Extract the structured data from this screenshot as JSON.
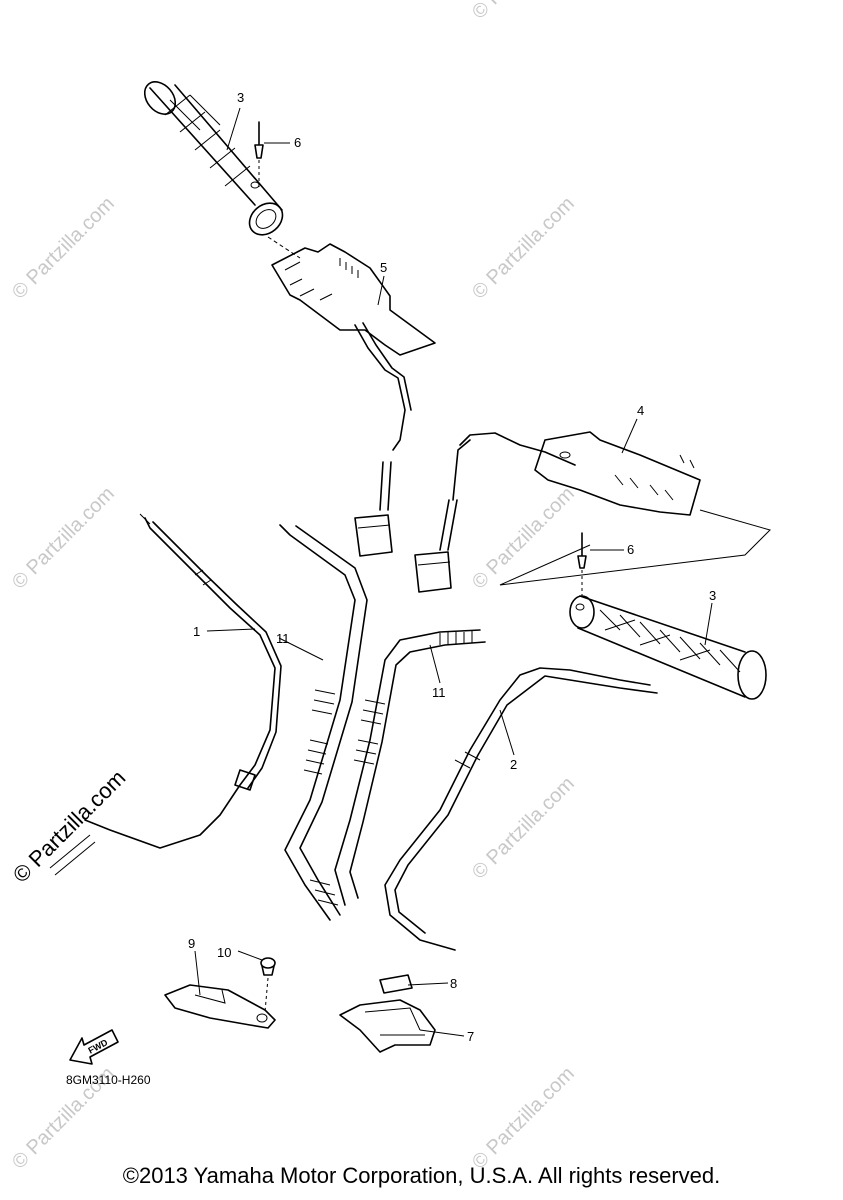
{
  "callouts": {
    "c1": "1",
    "c2": "2",
    "c3a": "3",
    "c3b": "3",
    "c4": "4",
    "c5": "5",
    "c6a": "6",
    "c6b": "6",
    "c7": "7",
    "c8": "8",
    "c9": "9",
    "c10": "10",
    "c11a": "11",
    "c11b": "11"
  },
  "fwd_label": "FWD",
  "diagram_code": "8GM3110-H260",
  "copyright": "©2013 Yamaha Motor Corporation, U.S.A. All rights reserved.",
  "watermark": "© Partzilla.com"
}
